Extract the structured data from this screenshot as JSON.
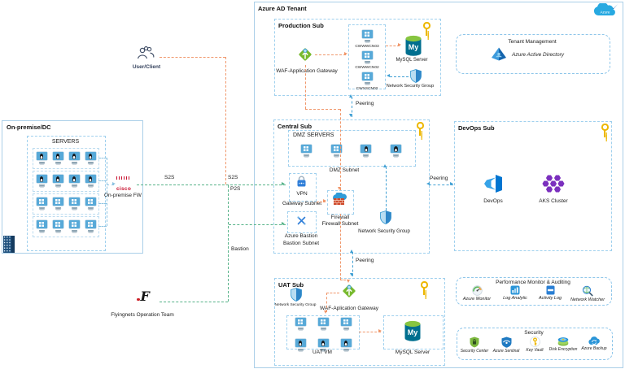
{
  "tenant": {
    "title": "Azure AD Tenant",
    "cloud_label": "Azure"
  },
  "onprem": {
    "title": "On-premise/DC",
    "servers_title": "SERVERS",
    "cisco_label": "cisco",
    "fw_label": "On-premise FW"
  },
  "user_client": {
    "label": "User/Client"
  },
  "flyingnets": {
    "label": "Flyingnets Operation Team",
    "logo_letter": "F"
  },
  "links": {
    "s2s_left": "S2S",
    "s2s_right": "S2S",
    "p2s": "P2S",
    "bastion": "Bastion",
    "peering_prod": "Peering",
    "peering_devops": "Peering",
    "peering_uat": "Peering"
  },
  "production": {
    "title": "Production Sub",
    "waf_label": "WAF-Application Gateway",
    "vms": [
      "CWWWCN03",
      "CWWWCN02",
      "CWXSCN02"
    ],
    "mysql_label": "MySQL Server",
    "nsg_label": "Network Security Group"
  },
  "tenant_mgmt": {
    "title": "Tenant Management",
    "aad_label": "Azure Active Directory"
  },
  "central": {
    "title": "Central Sub",
    "dmz_title": "DMZ SERVERS",
    "dmz_subnet": "DMZ Subnet",
    "vpn_label": "VPN",
    "gateway_subnet": "Gateway Subnet",
    "firewall_label": "Firewall",
    "firewall_subnet": "Firewall Subnet",
    "bastion_label": "Azure Bastion",
    "bastion_subnet": "Bastion Subnet",
    "nsg_label": "Network Security Group"
  },
  "devops": {
    "title": "DevOps Sub",
    "devops_label": "DevOps",
    "aks_label": "AKS Cluster"
  },
  "uat": {
    "title": "UAT Sub",
    "nsg_label": "Network Security Group",
    "waf_label": "WAF-Aplication Gateway",
    "vm_label": "UAT VM",
    "mysql_label": "MySQL Server"
  },
  "monitoring": {
    "title": "Performance Monitor & Auditing",
    "items": [
      "Azure Monitor",
      "Log Analytic",
      "Activity Log",
      "Network Watcher"
    ]
  },
  "security": {
    "title": "Security",
    "items": [
      "Security Center",
      "Azure Sentinal",
      "Key Vault",
      "Disk Encryption",
      "Azure Backup"
    ]
  },
  "mysql_text": "My",
  "colors": {
    "orange_link": "#f0976b",
    "green_link": "#57b389",
    "blue_link": "#41a0d4",
    "key_gold": "#edb700"
  }
}
